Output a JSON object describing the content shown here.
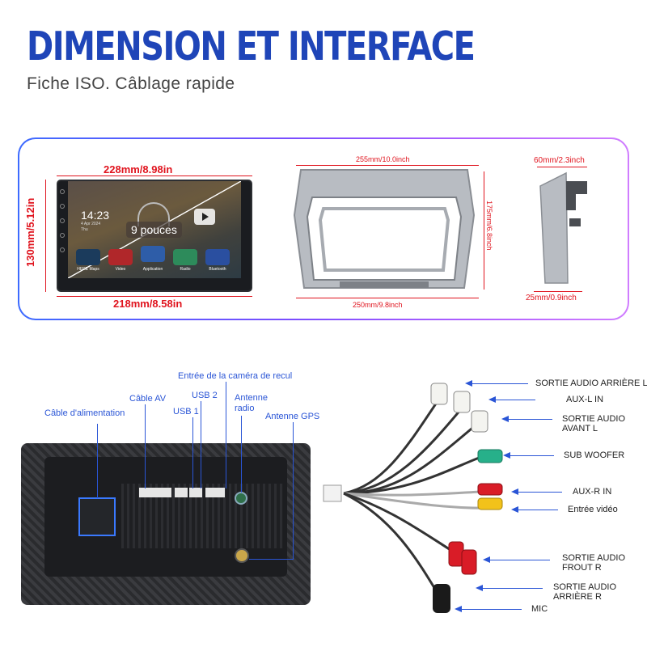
{
  "header": {
    "title": "DIMENSION ET INTERFACE",
    "subtitle": "Fiche ISO. Câblage rapide"
  },
  "dimensions": {
    "unit_width_top": "228mm/8.98in",
    "unit_height": "130mm/5.12in",
    "unit_width_bottom": "218mm/8.58in",
    "frame_width_top": "255mm/10.0inch",
    "frame_height": "175mm/6.8inch",
    "frame_width_bottom": "250mm/9.8inch",
    "side_width_top": "60mm/2.3inch",
    "side_width_bottom": "25mm/0.9inch"
  },
  "screen": {
    "time": "14:23",
    "date": "4 Apr 2024",
    "day": "Thu",
    "size_badge": "9 pouces",
    "apps": [
      "HERE Maps",
      "Video",
      "Application",
      "Radio",
      "Bluetooth"
    ]
  },
  "back_panel_labels": {
    "camera": "Entrée de la caméra de recul",
    "av": "Câble AV",
    "usb2": "USB 2",
    "usb1": "USB 1",
    "radio": "Antenne radio",
    "power": "Câble d'alimentation",
    "gps": "Antenne GPS"
  },
  "cable_labels": [
    "SORTIE AUDIO ARRIÈRE L",
    "AUX-L IN",
    "SORTIE AUDIO AVANT L",
    "SUB WOOFER",
    "AUX-R IN",
    "Entrée vidéo",
    "SORTIE AUDIO FROUT R",
    "SORTIE AUDIO ARRIÈRE R",
    "MIC"
  ],
  "colors": {
    "title_blue": "#1f45b8",
    "dimension_red": "#e0141e",
    "callout_blue": "#2a55d6"
  }
}
